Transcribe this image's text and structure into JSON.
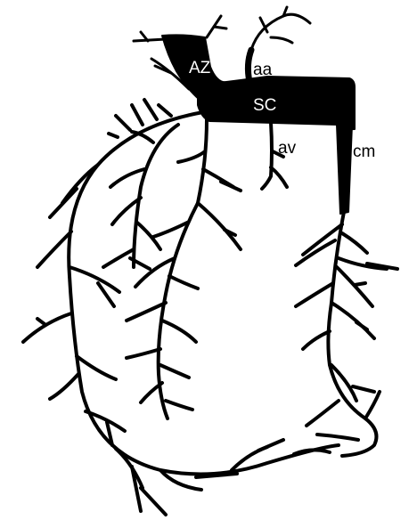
{
  "diagram": {
    "colors": {
      "vessel": "#000000",
      "label_on_dark": "#ffffff",
      "label_on_light": "#000000",
      "background": "#ffffff"
    },
    "labels": {
      "az": "AZ",
      "aa": "aa",
      "sc": "SC",
      "av": "av",
      "cm": "cm"
    }
  }
}
